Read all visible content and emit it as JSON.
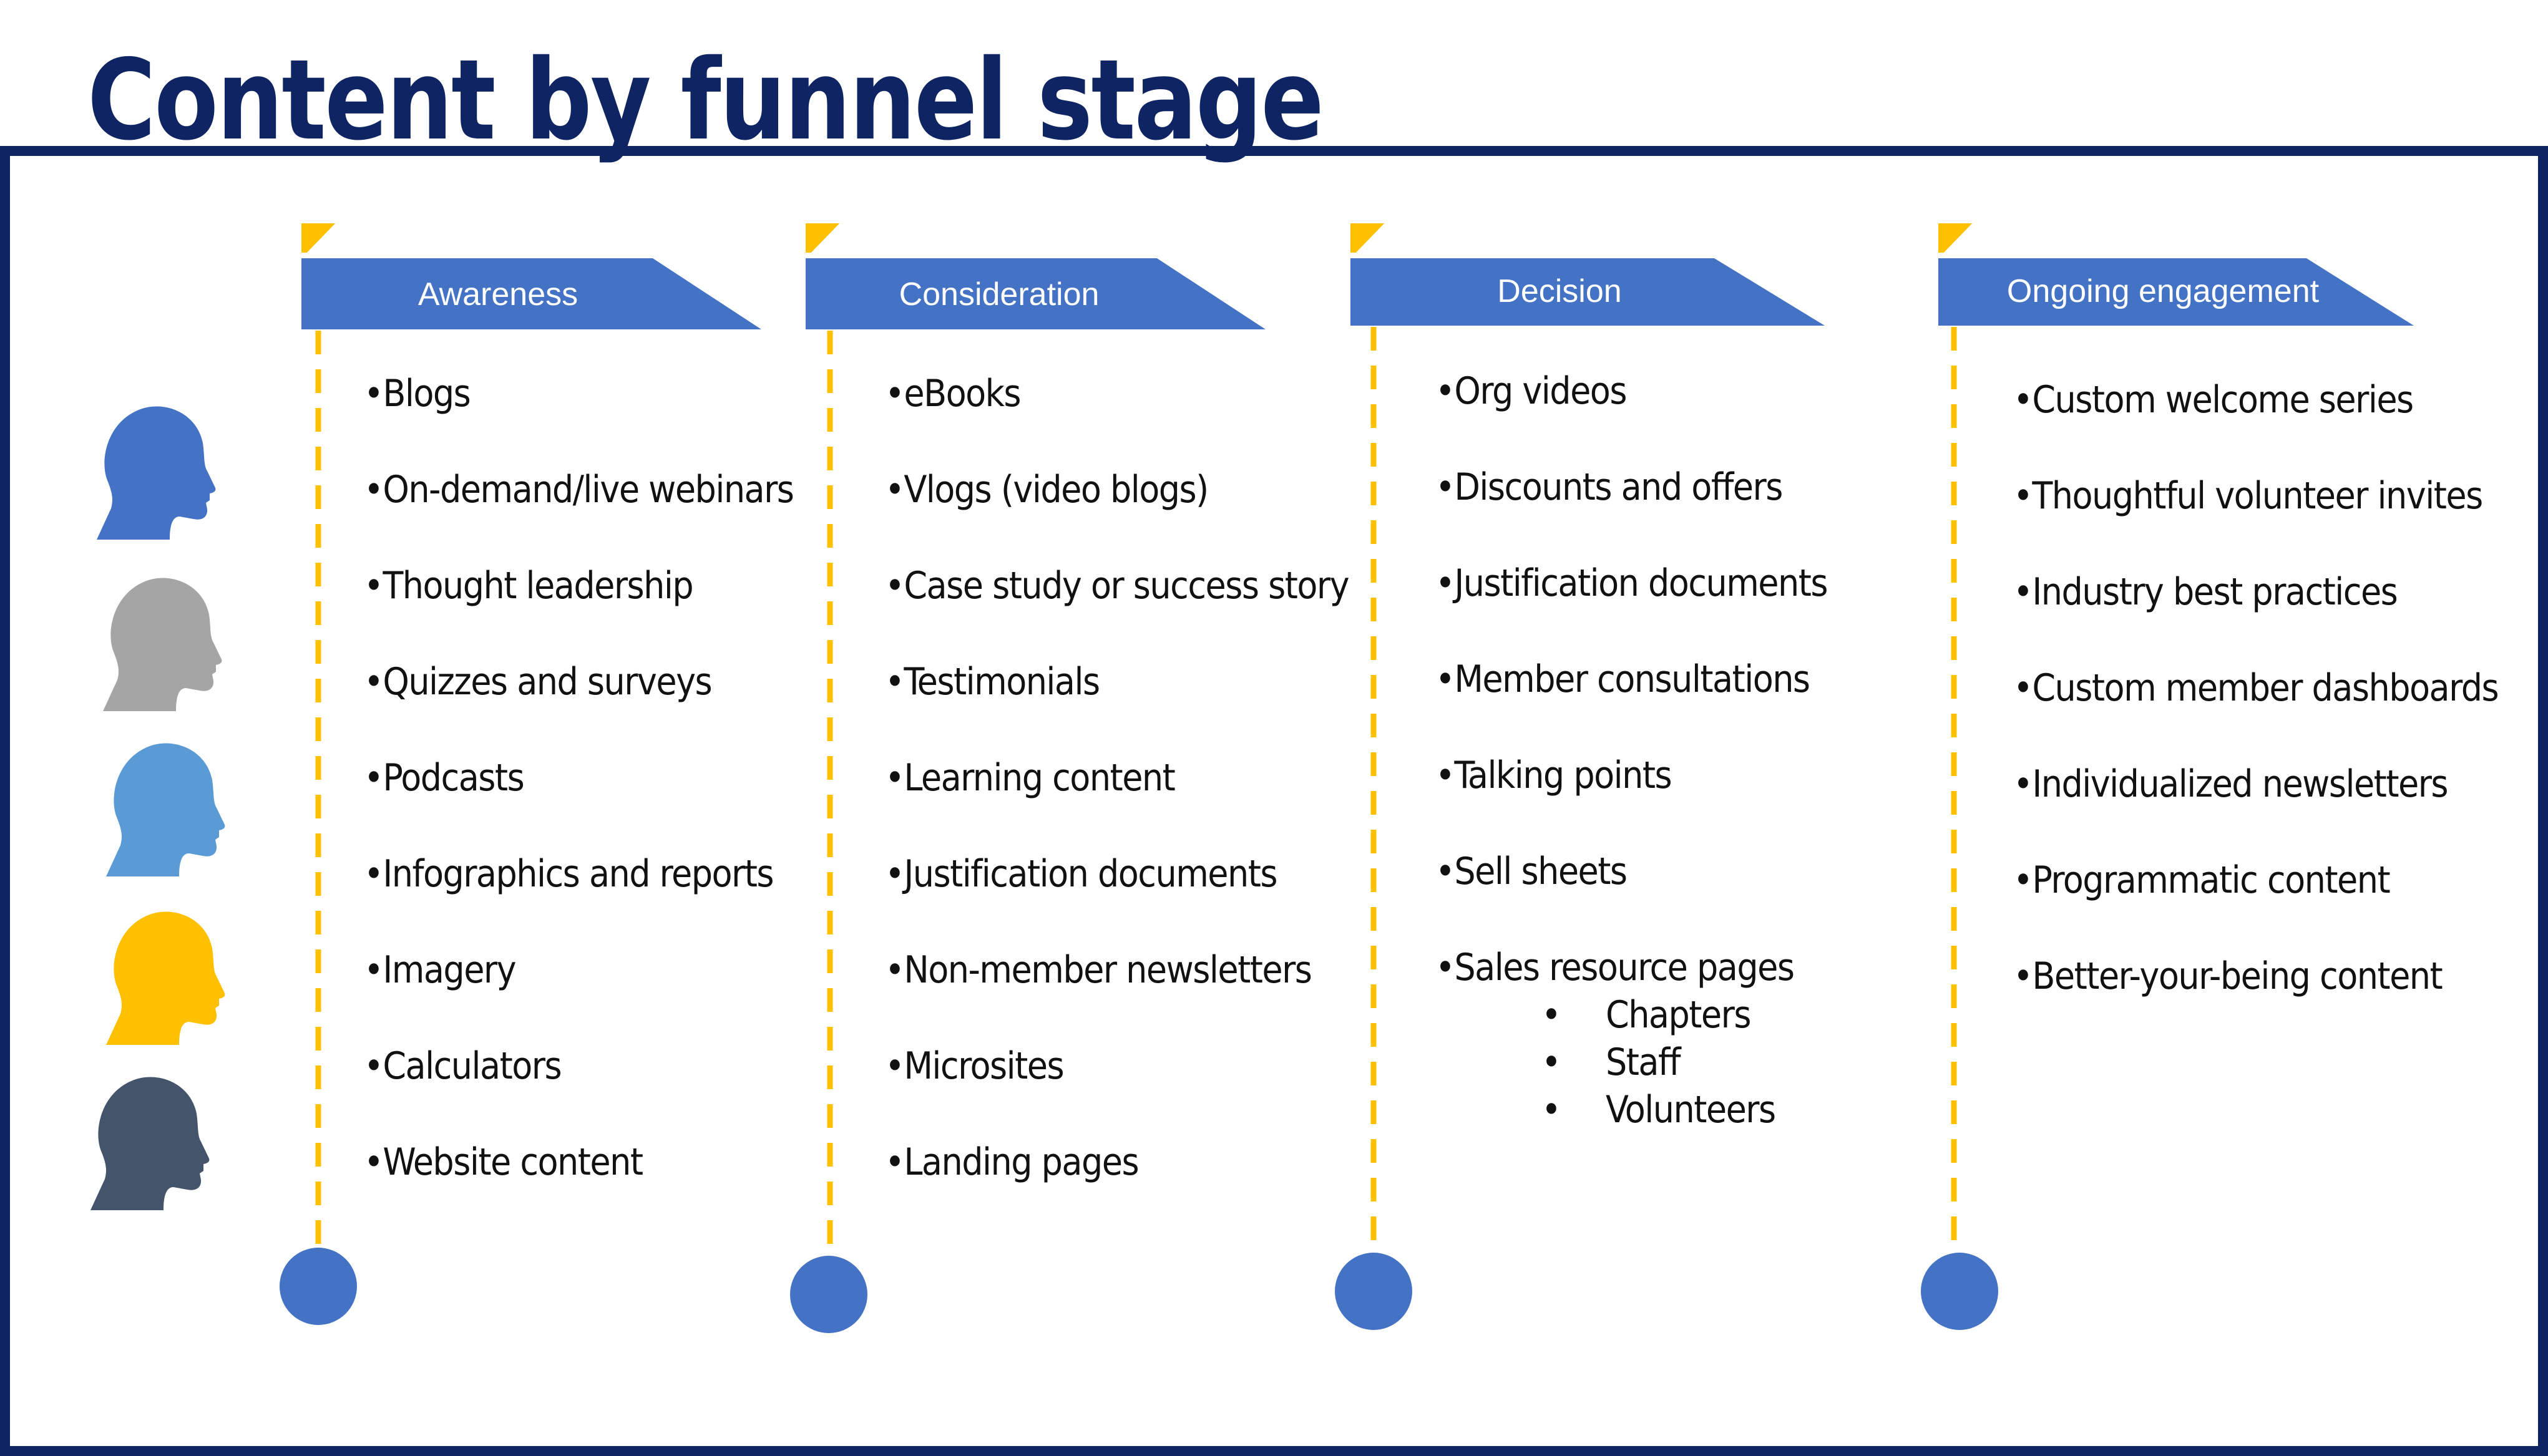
{
  "page": {
    "title": "Content by funnel stage",
    "colors": {
      "title": "#0e2463",
      "frame": "#0e2463",
      "stage_banner": "#4472c4",
      "flag_accent": "#ffc000",
      "dashed_line": "#ffc000",
      "end_dot": "#4472c4"
    }
  },
  "heads": [
    {
      "icon": "head-profile-icon",
      "color": "#4472c4"
    },
    {
      "icon": "head-profile-icon",
      "color": "#a5a5a5"
    },
    {
      "icon": "head-profile-icon",
      "color": "#5b9bd5"
    },
    {
      "icon": "head-profile-icon",
      "color": "#ffc000"
    },
    {
      "icon": "head-profile-icon",
      "color": "#44546a"
    }
  ],
  "stages": [
    {
      "name": "Awareness",
      "items": [
        "•Blogs",
        "•On-demand/live webinars",
        "•Thought leadership",
        "•Quizzes and surveys",
        "•Podcasts",
        "•Infographics and reports",
        "•Imagery",
        "•Calculators",
        "•Website content"
      ]
    },
    {
      "name": "Consideration",
      "items": [
        "•eBooks",
        "•Vlogs (video blogs)",
        "•Case study or success story",
        "•Testimonials",
        "•Learning content",
        "•Justification documents",
        "•Non-member newsletters",
        "•Microsites",
        "•Landing pages"
      ]
    },
    {
      "name": "Decision",
      "items": [
        "•Org videos",
        "•Discounts and offers",
        "•Justification documents",
        "•Member consultations",
        "•Talking points",
        "•Sell sheets",
        "•Sales resource pages"
      ],
      "sub_bullet": "•",
      "sub_items": [
        "Chapters",
        "Staff",
        "Volunteers"
      ]
    },
    {
      "name": "Ongoing engagement",
      "items": [
        "•Custom welcome series",
        "•Thoughtful volunteer invites",
        "•Industry best practices",
        "•Custom member dashboards",
        "•Individualized newsletters",
        "•Programmatic content",
        "•Better-your-being content"
      ]
    }
  ]
}
